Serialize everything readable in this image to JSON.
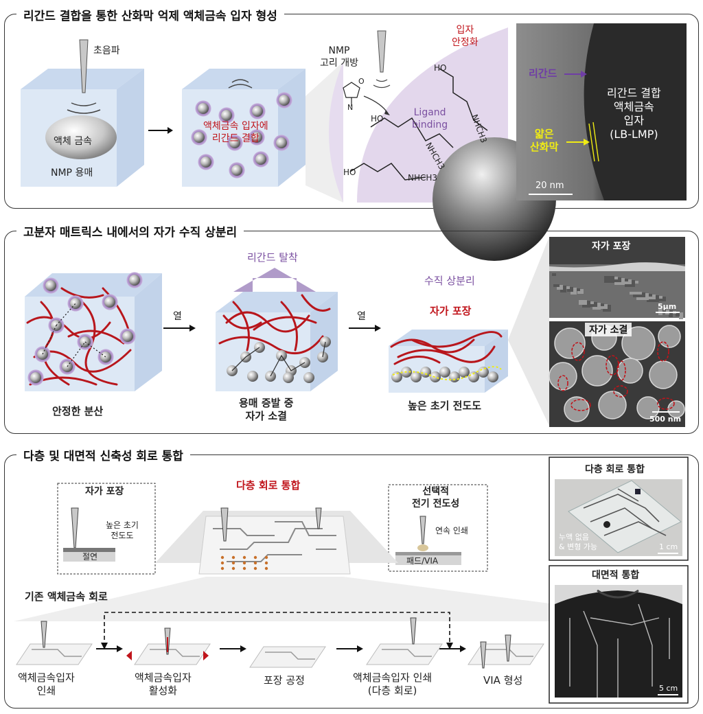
{
  "panel1": {
    "title": "리간드 결합을 통한 산화막 억제 액체금속 입자 형성",
    "ultrasound": "초음파",
    "liquid_metal": "액체 금속",
    "nmp_solvent": "NMP 용매",
    "ligand_binding_kr": "액체금속 입자에\n리간드 결합",
    "nmp_ring_open": "NMP\n고리 개방",
    "particle_stable": "입자\n안정화",
    "ligand_binding_en": "Ligand\nbinding",
    "molecule_labels": [
      "HO",
      "O",
      "N",
      "NHCH3"
    ],
    "tem_ligand": "리간드",
    "tem_thin_oxide": "얇은\n산화막",
    "tem_particle": "리간드 결합\n액체금속\n입자\n(LB-LMP)",
    "tem_scale": "20 nm"
  },
  "panel2": {
    "title": "고분자 매트릭스 내에서의 자가 수직 상분리",
    "stable_dispersion": "안정한 분산",
    "heat1": "열",
    "ligand_desorb": "리간드 탈착",
    "solvent_evap": "용매 증발 중\n자가 소결",
    "heat2": "열",
    "vertical_sep": "수직 상분리",
    "self_encap": "자가 포장",
    "high_conductivity": "높은 초기 전도도",
    "sem_top_title": "자가 포장",
    "sem_top_scale": "5μm",
    "sem_bottom_title": "자가 소결",
    "sem_bottom_scale": "500 nm"
  },
  "panel3": {
    "title": "다층 및 대면적 신축성 회로 통합",
    "inset_left_title": "자가 포장",
    "inset_left_high": "높은 초기\n전도도",
    "inset_left_insulation": "절연",
    "center_title": "다층 회로 통합",
    "inset_right_title": "선택적\n전기 전도성",
    "inset_right_print": "연속 인쇄",
    "inset_right_pad": "패드/VIA",
    "conventional": "기존 액체금속 회로",
    "steps": [
      "액체금속입자\n인쇄",
      "액체금속입자\n활성화",
      "포장 공정",
      "액체금속입자 인쇄\n(다층 회로)",
      "VIA 형성"
    ],
    "photo1_title": "다층 회로 통합",
    "photo1_note": "누액 없음\n& 변형 가능",
    "photo1_scale": "1 cm",
    "photo2_title": "대면적 통합",
    "photo2_scale": "5 cm"
  },
  "colors": {
    "accent_red": "#c0141b",
    "purple": "#7a4fa0",
    "cube_blue": "#dde8f5",
    "polymer_red": "#b8161c"
  }
}
